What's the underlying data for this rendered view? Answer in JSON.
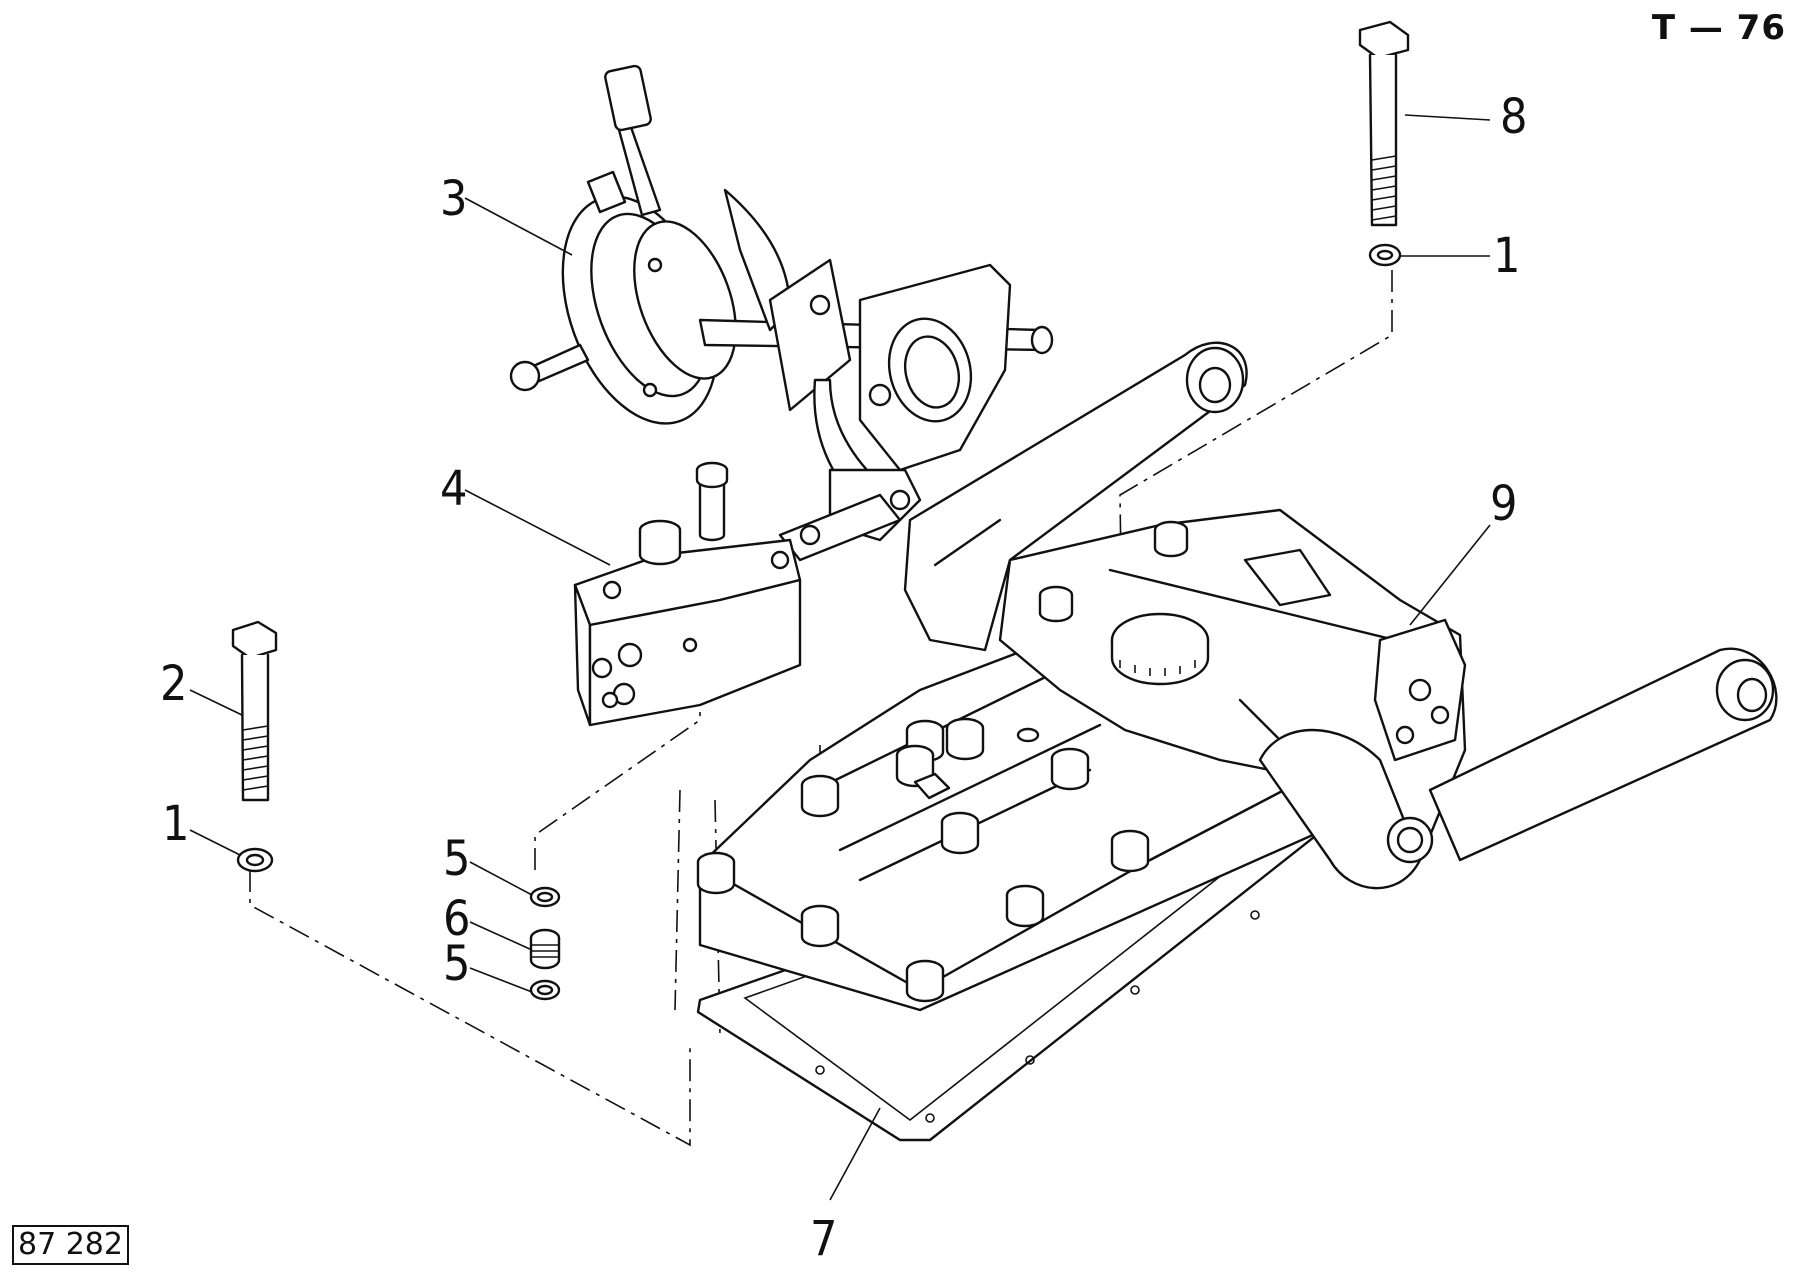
{
  "page_code": "T — 76",
  "figure_number": "87 282",
  "callouts": {
    "c1a": "1",
    "c1b": "1",
    "c2": "2",
    "c3": "3",
    "c4": "4",
    "c5a": "5",
    "c5b": "5",
    "c6": "6",
    "c7": "7",
    "c8": "8",
    "c9": "9"
  }
}
